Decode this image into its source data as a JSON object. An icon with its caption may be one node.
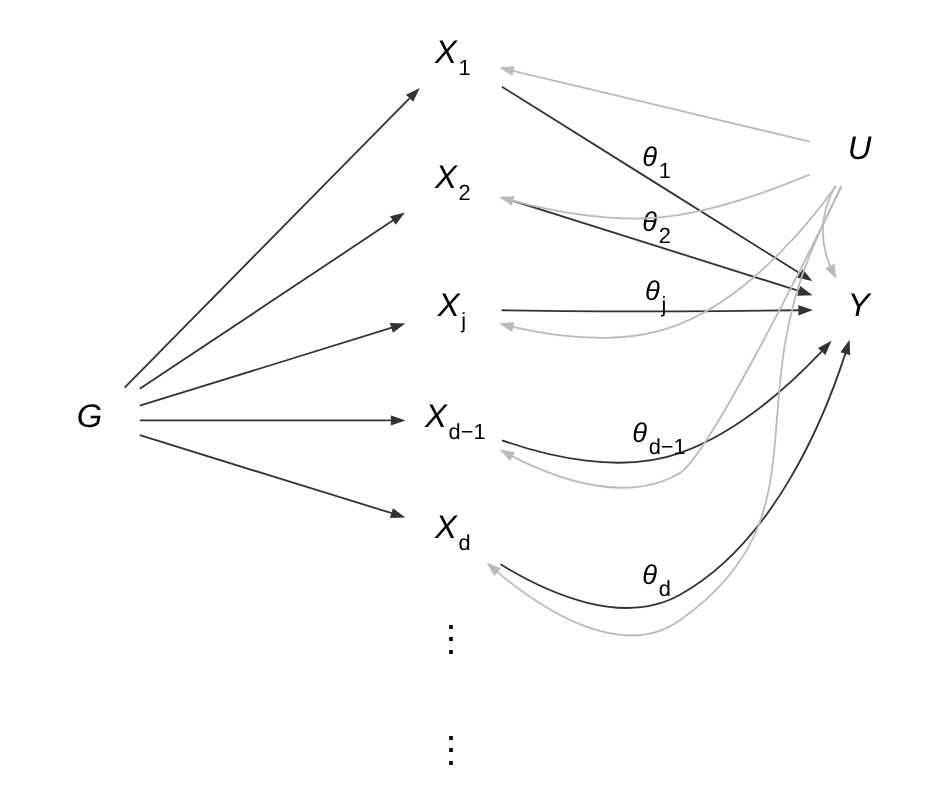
{
  "diagram": {
    "nodes": [
      {
        "text": [
          "G"
        ]
      },
      {
        "text": [
          "X$_{1}$"
        ]
      },
      {
        "text": [
          "X$_{2}$"
        ]
      },
      {
        "text": [
          "X$_{j}$"
        ]
      },
      {
        "text": [
          "X$_{d−1}$"
        ]
      },
      {
        "text": [
          "X$_{d}$"
        ]
      },
      {
        "text": [
          "Y"
        ]
      },
      {
        "text": [
          "U"
        ]
      }
    ],
    "edges": [
      {
        "from": 0,
        "to": 1,
        "arrow": "to"
      },
      {
        "from": 0,
        "to": 2,
        "arrow": "to"
      },
      {
        "from": 0,
        "to": 3,
        "arrow": "to"
      },
      {
        "from": 0,
        "to": 4,
        "arrow": "to"
      },
      {
        "from": 0,
        "to": 5,
        "arrow": "to"
      },
      {
        "from": 1,
        "to": 6,
        "arrow": "to",
        "label": "θ$_{1}$"
      },
      {
        "from": 2,
        "to": 6,
        "arrow": "to",
        "label": "θ$_{2}$"
      },
      {
        "from": 3,
        "to": 6,
        "arrow": "to",
        "label": "θ$_{j}$"
      },
      {
        "from": 4,
        "to": 6,
        "arrow": "to",
        "label": "θ$_{d−1}$"
      },
      {
        "from": 5,
        "to": 6,
        "arrow": "to",
        "label": "θ$_{d}$"
      },
      {
        "from": 7,
        "to": 1,
        "arrow": "to",
        "color": "#bbbbbb"
      },
      {
        "from": 7,
        "to": 2,
        "arrow": "to",
        "color": "#bbbbbb"
      },
      {
        "from": 7,
        "to": 3,
        "arrow": "to",
        "color": "#bbbbbb"
      },
      {
        "from": 7,
        "to": 4,
        "arrow": "to",
        "color": "#bbbbbb"
      },
      {
        "from": 7,
        "to": 5,
        "arrow": "to",
        "color": "#bbbbbb"
      },
      {
        "from": 7,
        "to": 6,
        "arrow": "to",
        "color": "#bbbbbb"
      }
    ],
    "labels": [
      "⋮",
      "⋮"
    ]
  }
}
